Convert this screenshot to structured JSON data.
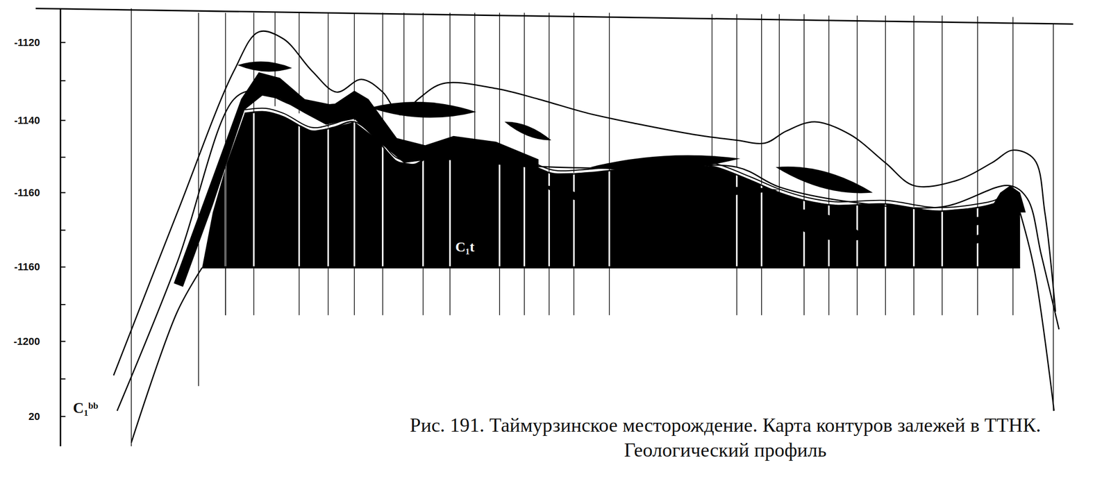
{
  "diagram": {
    "caption": "Рис. 191. Таймурзинское месторождение. Карта контуров залежей в ТТНК. Геологический профиль",
    "labels": [
      "-1120",
      "-1140",
      "-1160",
      "-1160",
      "-1200",
      "20",
      "C₁ᵇᵇ",
      "C₁t"
    ]
  }
}
